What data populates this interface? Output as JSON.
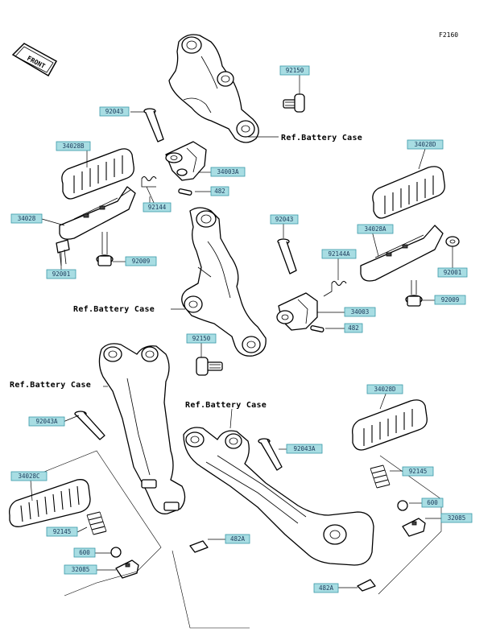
{
  "diagram_code": "F2160",
  "front_label": "FRONT",
  "refs": {
    "ref1": "Ref.Battery Case",
    "ref2": "Ref.Battery Case",
    "ref3": "Ref.Battery Case",
    "ref4": "Ref.Battery Case"
  },
  "labels": {
    "l92150_top": "92150",
    "l92043": "92043",
    "l34028B": "34028B",
    "l34003A": "34003A",
    "l482_top": "482",
    "l92144": "92144",
    "l34028": "34028",
    "l92009_left": "92009",
    "l92001_left": "92001",
    "l34028D_top": "34028D",
    "l92043_mid": "92043",
    "l34028A": "34028A",
    "l92144A": "92144A",
    "l92001_right": "92001",
    "l92009_right": "92009",
    "l34003": "34003",
    "l482_mid": "482",
    "l92150_mid": "92150",
    "l92043A_left": "92043A",
    "l34028D_low": "34028D",
    "l92043A_right": "92043A",
    "l92145_right": "92145",
    "l600_right": "600",
    "l32085_right": "32085",
    "l34028C": "34028C",
    "l92145_left": "92145",
    "l600_left": "600",
    "l32085_left": "32085",
    "l482A_mid": "482A",
    "l482A_low": "482A"
  }
}
